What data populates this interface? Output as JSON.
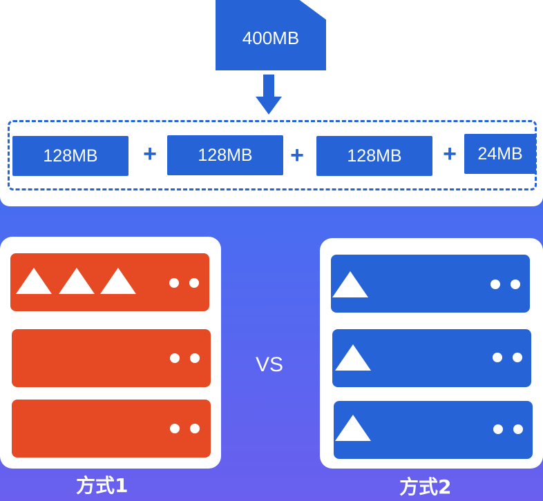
{
  "file": {
    "size_label": "400MB",
    "icon": "file-icon"
  },
  "split_blocks": [
    "128MB",
    "128MB",
    "128MB",
    "24MB"
  ],
  "plus_sign": "+",
  "comparison": {
    "vs_label": "VS",
    "method1": {
      "caption": "方式1",
      "color": "#e64a25",
      "rack_triangles": [
        3,
        0,
        0
      ]
    },
    "method2": {
      "caption": "方式2",
      "color": "#2563d6",
      "rack_triangles": [
        1,
        1,
        1
      ]
    }
  },
  "colors": {
    "accent_blue": "#2563d6",
    "accent_red": "#e64a25"
  }
}
